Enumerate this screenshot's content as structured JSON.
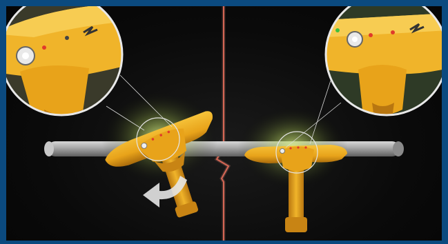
{
  "scene": {
    "colors": {
      "frame": "#0b4a7f",
      "background": "#0a0a0a",
      "locator_yellow": "#e8a31a",
      "locator_shadow": "#b87610",
      "pipe": "#a9a9a9",
      "divider": "#e0624f",
      "glow": "#cfe97a",
      "led_red": "#e03a2a",
      "led_green": "#3fbf3f",
      "arrow": "#e6e6e6"
    },
    "left_panel": {
      "description_icon": "tilted-locator",
      "rotation_arrow_icon": "rotate-arrow-icon",
      "magnifier_icon": "magnifier-circle"
    },
    "right_panel": {
      "description_icon": "upright-locator",
      "magnifier_icon": "magnifier-circle"
    }
  }
}
